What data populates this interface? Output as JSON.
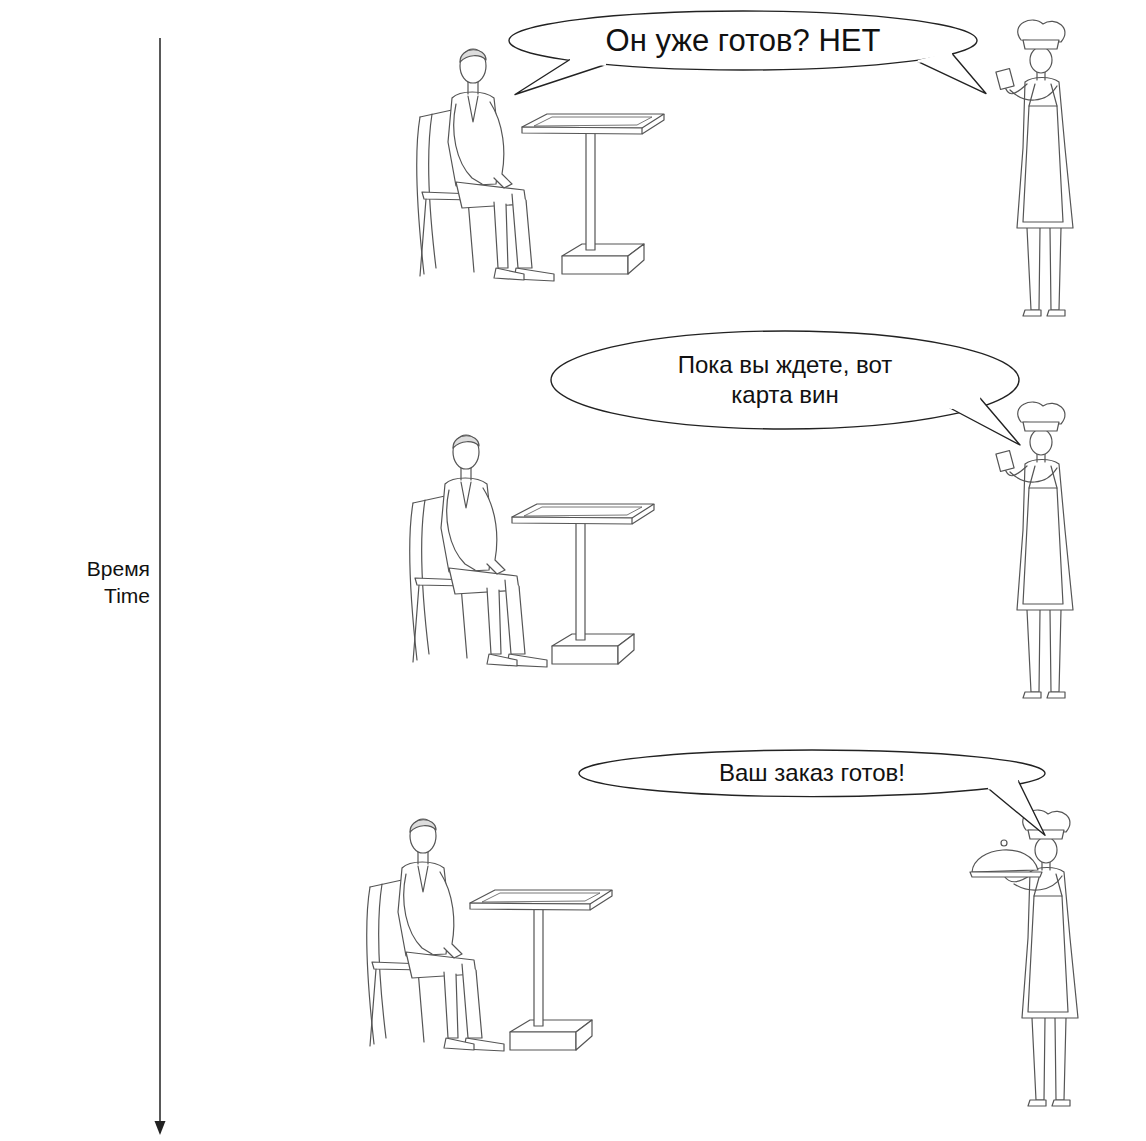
{
  "diagram": {
    "nodes": [
      {
        "text": [
          "Он уже готов? НЕТ"
        ]
      },
      {
        "text": [
          "Пока вы ждете, вот карта вин"
        ]
      },
      {
        "text": [
          "Ваш заказ готов!"
        ]
      }
    ],
    "labels": [
      "Time",
      "Время"
    ]
  }
}
